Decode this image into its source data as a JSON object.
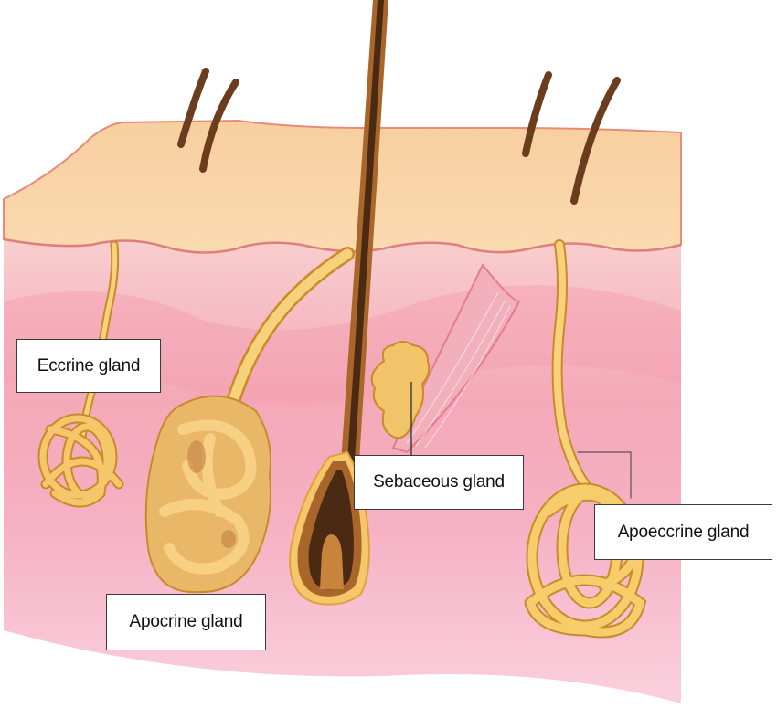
{
  "diagram": {
    "subject": "Cross-section of skin showing glands and hair follicle",
    "colors": {
      "epidermis": "#f8d6a8",
      "epidermis_edge": "#e98a7a",
      "dermis_top": "#f8c8c8",
      "dermis_mid": "#f3a3b4",
      "dermis_bottom": "#f9c3d4",
      "gland_fill": "#f5c76a",
      "gland_stroke": "#c98a2a",
      "hair_dark": "#5a3418",
      "hair_mid": "#a8662a",
      "bulb_core": "#c8843a",
      "label_border": "#3a3a3a",
      "label_bg": "#ffffff"
    },
    "labels": {
      "eccrine": "Eccrine gland",
      "sebaceous": "Sebaceous gland",
      "apoeccrine": "Apoeccrine gland",
      "apocrine": "Apocrine gland"
    }
  }
}
